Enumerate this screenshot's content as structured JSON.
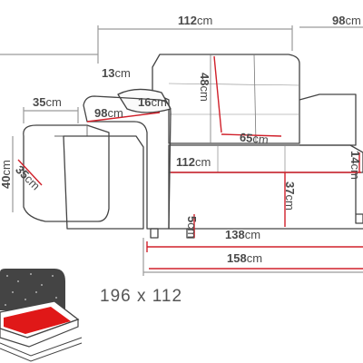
{
  "dimensions": {
    "top_width": "112",
    "top_depth": "98",
    "armrest_top": "13",
    "back_height": "48",
    "ottoman_width": "35",
    "armrest_depth": "98",
    "armrest_width": "16",
    "seat_depth": "65",
    "seat_width": "112",
    "side_height": "14",
    "ottoman_height": "40",
    "ottoman_depth": "35",
    "seat_height": "37",
    "leg_height": "5",
    "bed_length": "138",
    "total_width": "158"
  },
  "unit": "cm",
  "bed_size": "196 x 112",
  "colors": {
    "sofa_line": "#444444",
    "dimension_red": "#d0202a",
    "dimension_grey": "#9a9a9a",
    "label_text": "#4a4a4a"
  }
}
